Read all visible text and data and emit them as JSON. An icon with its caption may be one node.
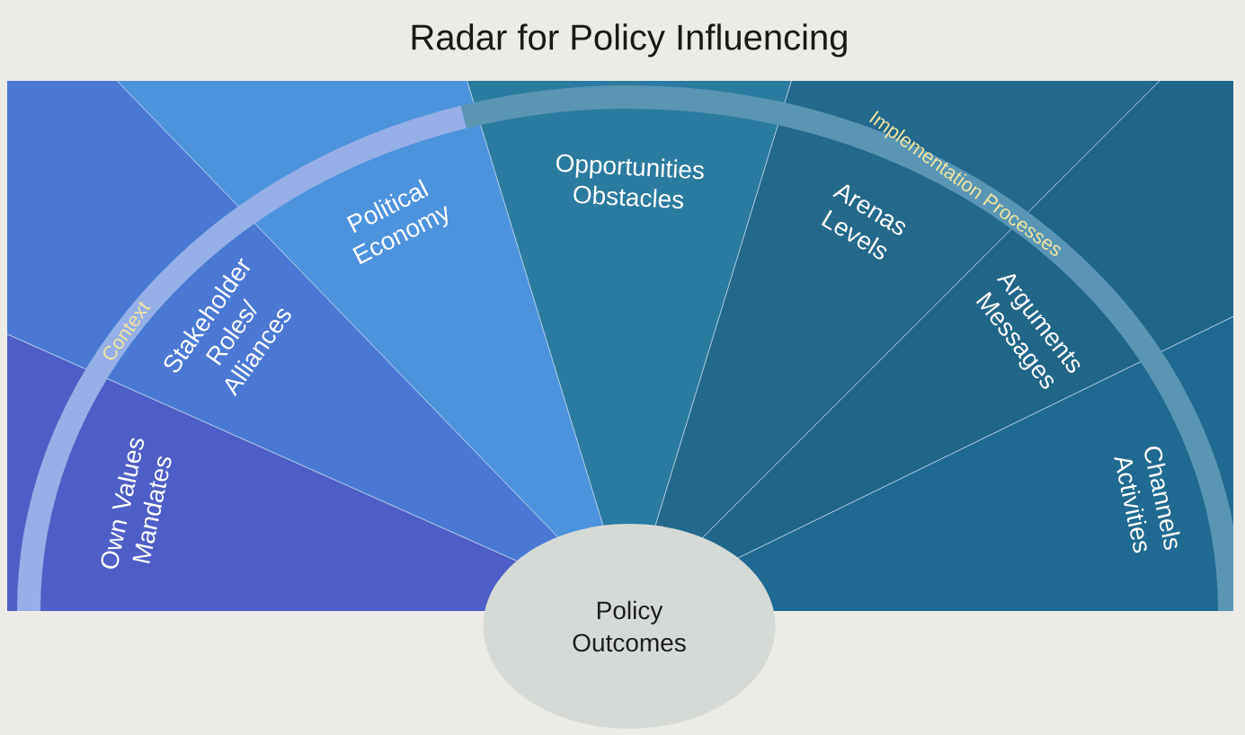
{
  "diagram": {
    "title": "Radar for Policy Influencing",
    "nodes": [
      {
        "text": [
          "Policy Outcomes"
        ]
      },
      {
        "text": [
          "Own Values Mandates"
        ]
      },
      {
        "text": [
          "Stakeholder Roles/ Alliances"
        ]
      },
      {
        "text": [
          "Political Economy"
        ]
      },
      {
        "text": [
          "Opportunities Obstacles"
        ]
      },
      {
        "text": [
          "Arenas Levels"
        ]
      },
      {
        "text": [
          "Arguments Messages"
        ]
      },
      {
        "text": [
          "Channels Activities"
        ]
      }
    ],
    "labels": [
      "Context",
      "Implementation Processes"
    ]
  }
}
